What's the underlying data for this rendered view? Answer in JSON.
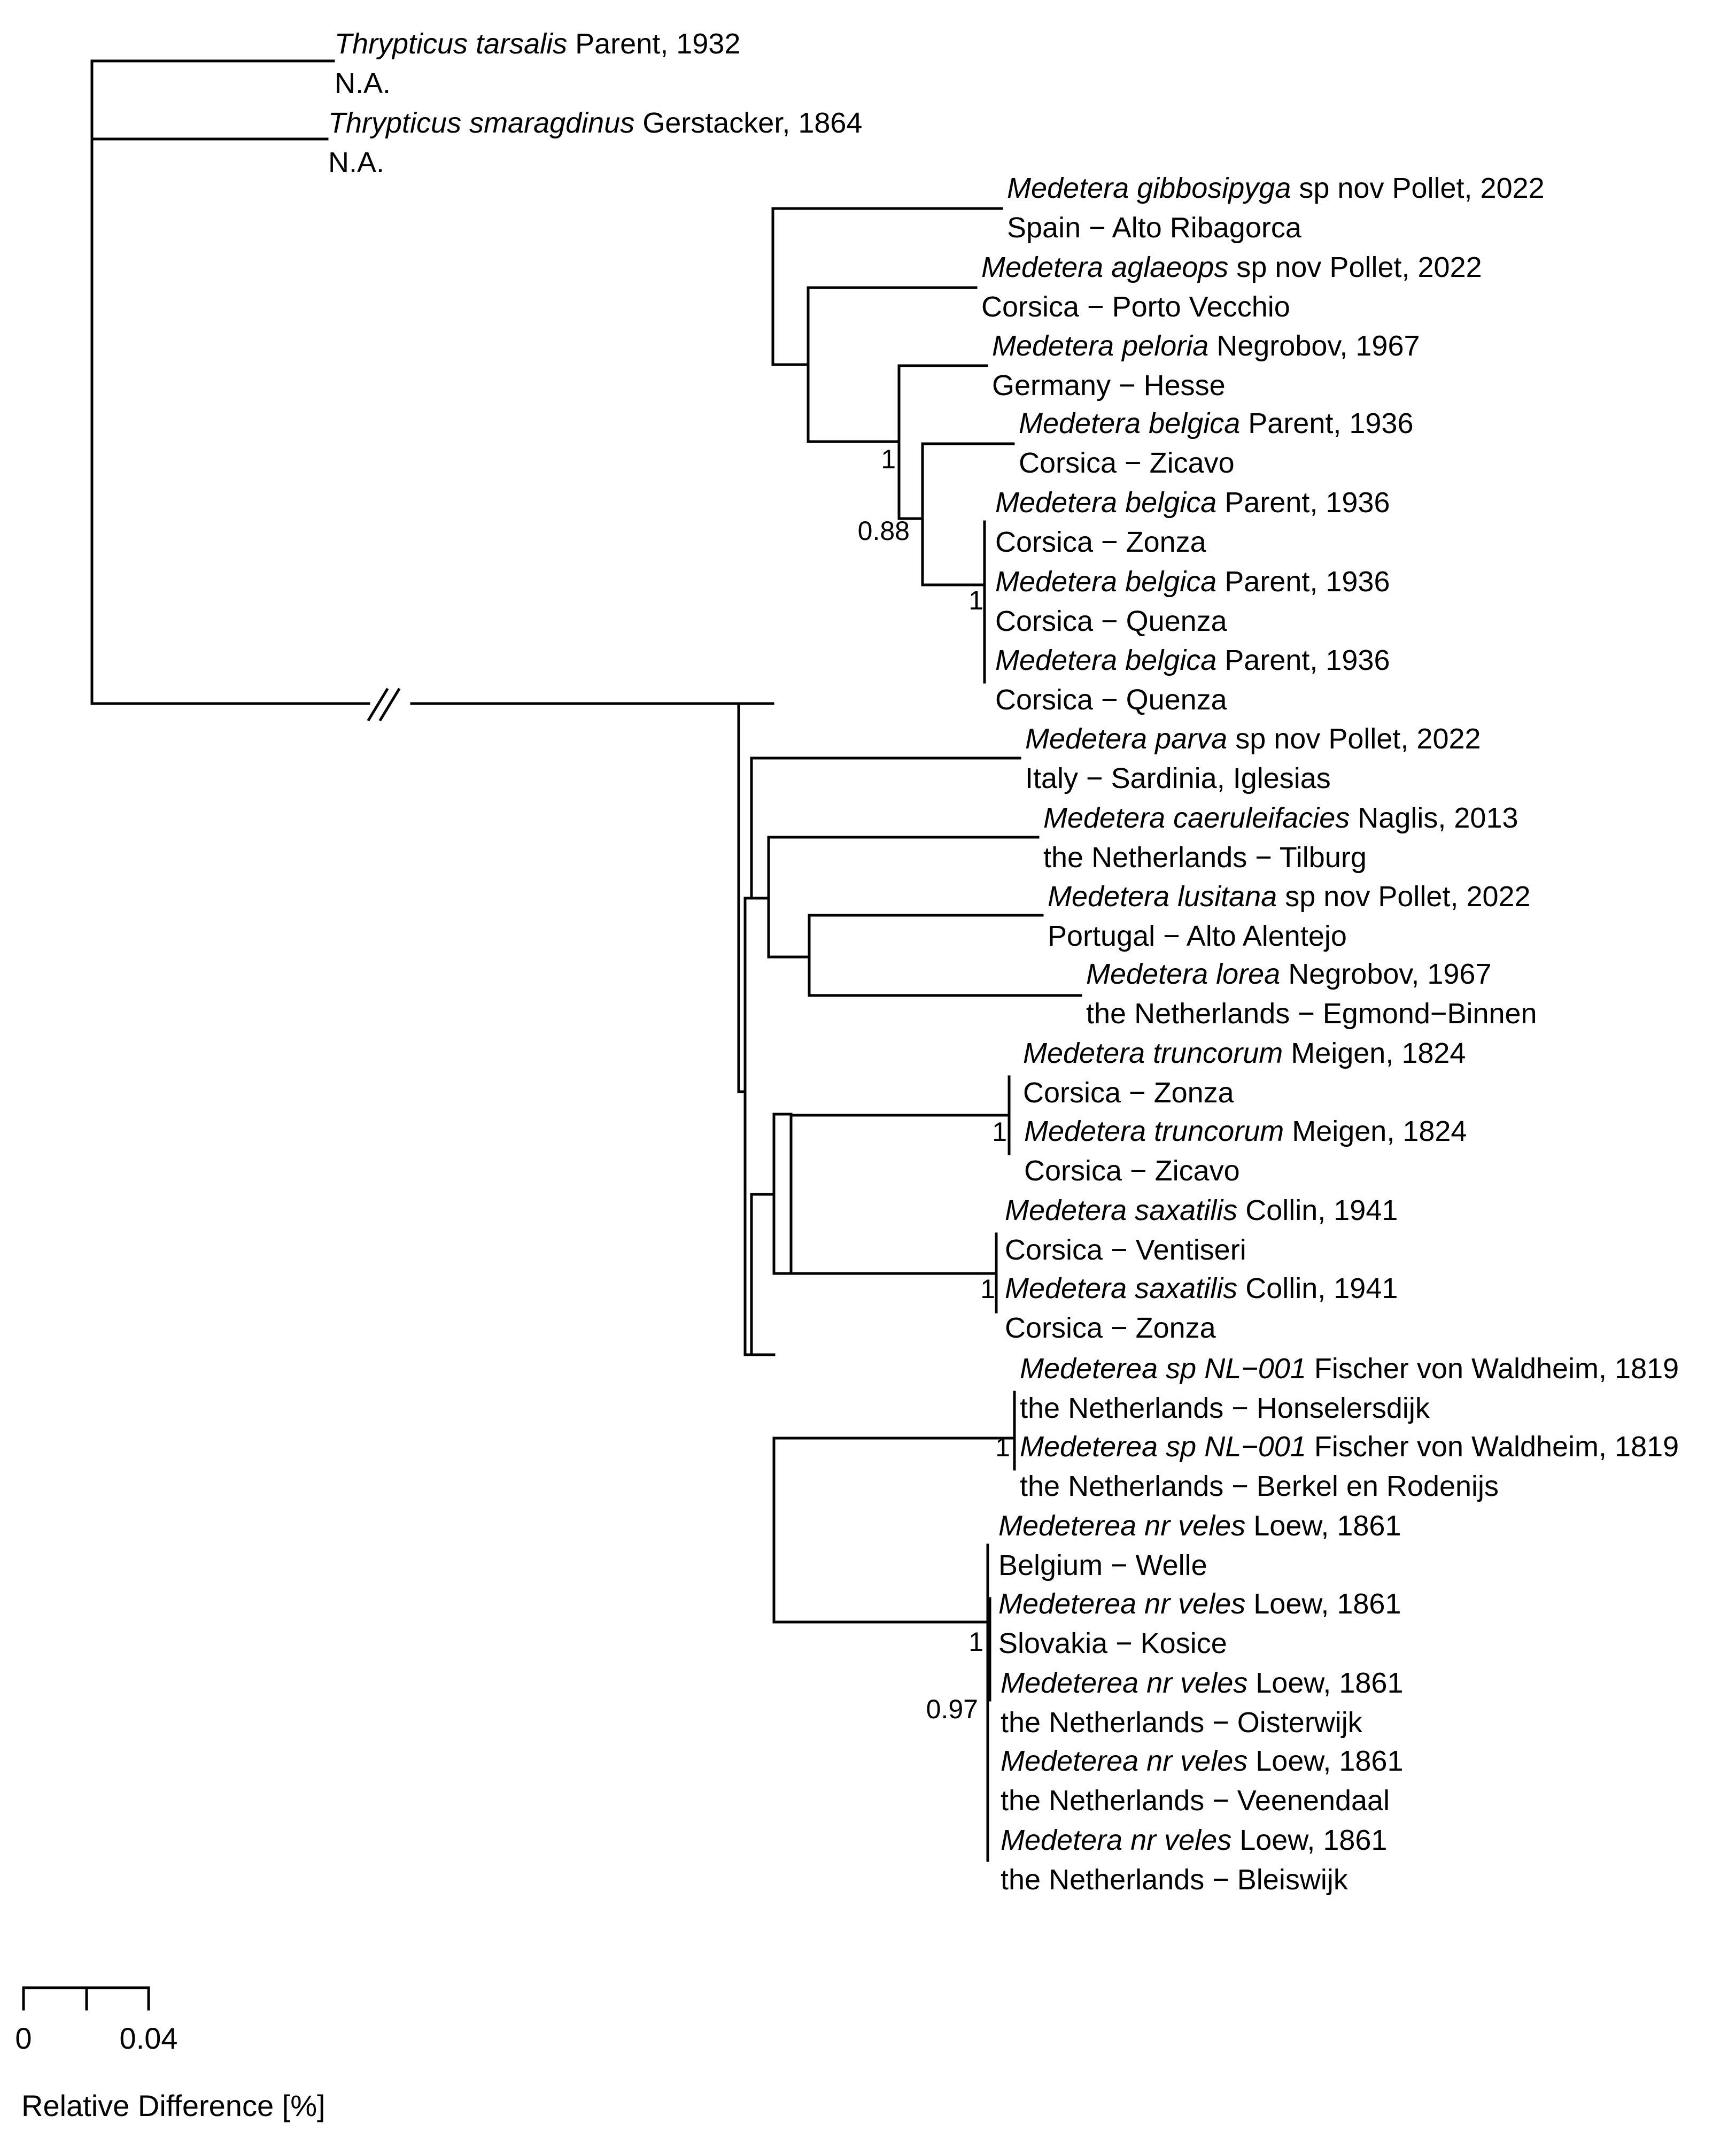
{
  "tree": {
    "leaves": [
      {
        "genus": "Thrypticus",
        "species": "tarsalis",
        "author": "Parent, 1932",
        "locality": "N.A."
      },
      {
        "genus": "Thrypticus",
        "species": "smaragdinus",
        "author": "Gerstacker, 1864",
        "locality": "N.A."
      },
      {
        "genus": "Medetera",
        "species": "gibbosipyga",
        "author": "sp nov Pollet, 2022",
        "locality": "Spain − Alto Ribagorca"
      },
      {
        "genus": "Medetera",
        "species": "aglaeops",
        "author": "sp nov Pollet, 2022",
        "locality": "Corsica − Porto Vecchio"
      },
      {
        "genus": "Medetera",
        "species": "peloria",
        "author": "Negrobov, 1967",
        "locality": "Germany − Hesse"
      },
      {
        "genus": "Medetera",
        "species": "belgica",
        "author": "Parent, 1936",
        "locality": "Corsica − Zicavo"
      },
      {
        "genus": "Medetera",
        "species": "belgica",
        "author": "Parent, 1936",
        "locality": "Corsica − Zonza"
      },
      {
        "genus": "Medetera",
        "species": "belgica",
        "author": "Parent, 1936",
        "locality": "Corsica − Quenza"
      },
      {
        "genus": "Medetera",
        "species": "belgica",
        "author": "Parent, 1936",
        "locality": "Corsica − Quenza"
      },
      {
        "genus": "Medetera",
        "species": "parva",
        "author": "sp nov Pollet, 2022",
        "locality": "Italy − Sardinia, Iglesias"
      },
      {
        "genus": "Medetera",
        "species": "caeruleifacies",
        "author": "Naglis, 2013",
        "locality": "the Netherlands − Tilburg"
      },
      {
        "genus": "Medetera",
        "species": "lusitana",
        "author": "sp nov Pollet, 2022",
        "locality": "Portugal − Alto Alentejo"
      },
      {
        "genus": "Medetera",
        "species": "lorea",
        "author": "Negrobov, 1967",
        "locality": "the Netherlands − Egmond−Binnen"
      },
      {
        "genus": "Medetera",
        "species": "truncorum",
        "author": "Meigen, 1824",
        "locality": "Corsica − Zonza"
      },
      {
        "genus": "Medetera",
        "species": "truncorum",
        "author": "Meigen, 1824",
        "locality": "Corsica − Zicavo"
      },
      {
        "genus": "Medetera",
        "species": "saxatilis",
        "author": "Collin, 1941",
        "locality": "Corsica − Ventiseri"
      },
      {
        "genus": "Medetera",
        "species": "saxatilis",
        "author": "Collin, 1941",
        "locality": "Corsica − Zonza"
      },
      {
        "genus": "Medeterea",
        "species": "sp NL−001",
        "author": "Fischer von Waldheim, 1819",
        "locality": "the Netherlands − Honselersdijk"
      },
      {
        "genus": "Medeterea",
        "species": "sp NL−001",
        "author": "Fischer von Waldheim, 1819",
        "locality": "the Netherlands − Berkel en Rodenijs"
      },
      {
        "genus": "Medeterea",
        "species": "nr veles",
        "author": "Loew, 1861",
        "locality": "Belgium − Welle"
      },
      {
        "genus": "Medeterea",
        "species": "nr veles",
        "author": "Loew, 1861",
        "locality": "Slovakia − Kosice"
      },
      {
        "genus": "Medeterea",
        "species": "nr veles",
        "author": "Loew, 1861",
        "locality": "the Netherlands − Oisterwijk"
      },
      {
        "genus": "Medeterea",
        "species": "nr veles",
        "author": "Loew, 1861",
        "locality": "the Netherlands − Veenendaal"
      },
      {
        "genus": "Medetera",
        "species": "nr veles",
        "author": "Loew, 1861",
        "locality": "the Netherlands − Bleiswijk"
      }
    ],
    "support_values": [
      "1",
      "0.88",
      "1",
      "1",
      "1",
      "1",
      "1",
      "0.97"
    ]
  },
  "scale_bar": {
    "tick_start": "0",
    "tick_end": "0.04",
    "label": "Relative Difference [%]"
  }
}
